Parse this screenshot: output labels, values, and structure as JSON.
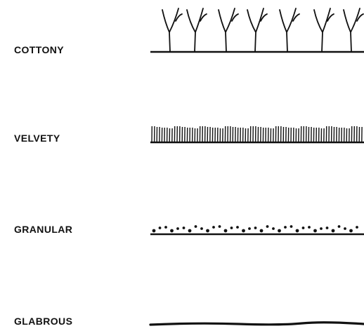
{
  "textures": [
    {
      "id": "cottony",
      "label": "COTTONY",
      "glyph": "branching-hyphae"
    },
    {
      "id": "velvety",
      "label": "VELVETY",
      "glyph": "dense-short-hyphae"
    },
    {
      "id": "granular",
      "label": "GRANULAR",
      "glyph": "granules"
    },
    {
      "id": "glabrous",
      "label": "GLABROUS",
      "glyph": "smooth-line"
    }
  ],
  "colors": {
    "ink": "#111111",
    "background": "#ffffff"
  }
}
